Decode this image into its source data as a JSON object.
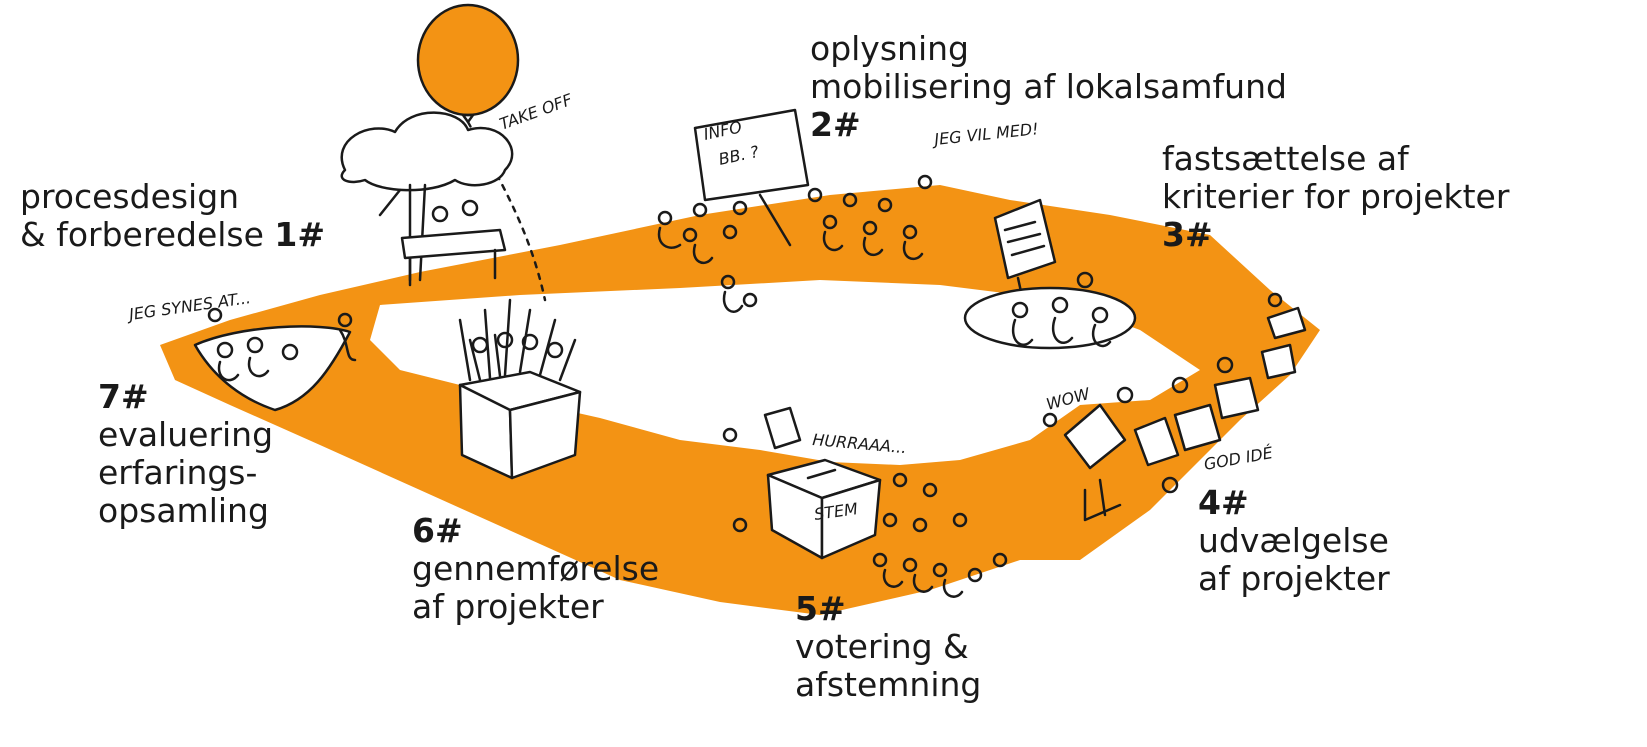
{
  "colors": {
    "path": "#F39314",
    "ink": "#1a1a1a",
    "balloon": "#F39314"
  },
  "steps": [
    {
      "id": 1,
      "num": "1#",
      "lines": [
        "procesdesign",
        "& forberedelse"
      ],
      "icon": "tree-table-icon"
    },
    {
      "id": 2,
      "num": "2#",
      "lines": [
        "oplysning",
        "mobilisering af lokalsamfund"
      ],
      "icon": "info-sign-crowd-icon"
    },
    {
      "id": 3,
      "num": "3#",
      "lines": [
        "fastsættelse af",
        "kriterier for projekter"
      ],
      "icon": "flipchart-table-icon"
    },
    {
      "id": 4,
      "num": "4#",
      "lines": [
        "udvælgelse",
        "af projekter"
      ],
      "icon": "presenters-icon"
    },
    {
      "id": 5,
      "num": "5#",
      "lines": [
        "votering &",
        "afstemning"
      ],
      "icon": "ballot-box-icon"
    },
    {
      "id": 6,
      "num": "6#",
      "lines": [
        "gennemførelse",
        "af projekter"
      ],
      "icon": "box-celebration-icon"
    },
    {
      "id": 7,
      "num": "7#",
      "lines": [
        "evaluering",
        "erfarings-",
        "opsamling"
      ],
      "icon": "bowl-discussion-icon"
    }
  ],
  "sketch_text": {
    "take_off": "TAKE OFF",
    "info_sign": "INFO",
    "info_sign2": "BB. ?",
    "jeg_vil_med": "JEG VIL MED!",
    "jeg_synes_at": "JEG SYNES AT...",
    "hurraaa": "HURRAAA...",
    "stem": "STEM",
    "wow": "WOW",
    "god_ide": "GOD IDÉ"
  }
}
